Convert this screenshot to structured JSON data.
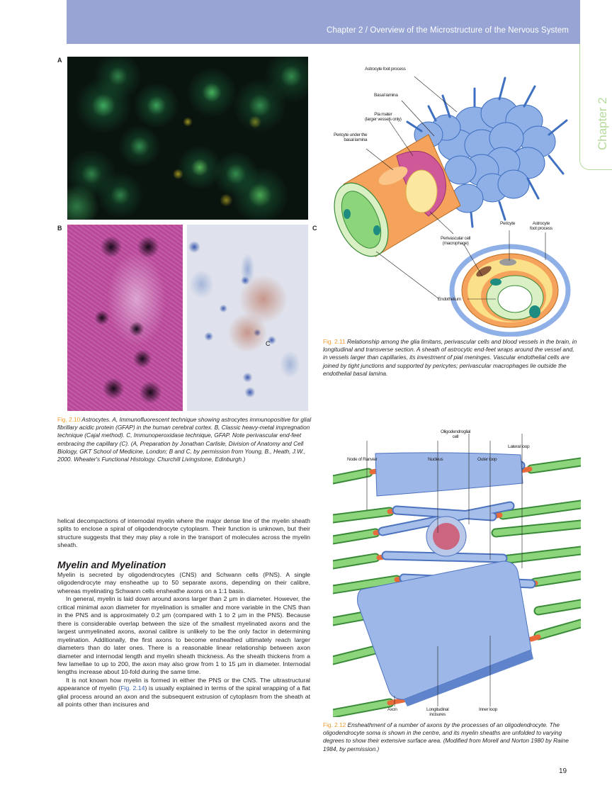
{
  "header": {
    "running_title": "Chapter 2 / Overview of the Microstructure of the Nervous System",
    "band_color": "#98a5d4"
  },
  "chapter_tab": {
    "label": "Chapter 2",
    "color": "#b5d99a"
  },
  "figure_2_10": {
    "panels": {
      "a": "A",
      "b": "B",
      "c": "C",
      "c_capillary_label": "C"
    },
    "caption_number": "Fig. 2.10",
    "caption_text": " Astrocytes. A, Immunofluorescent technique showing astrocytes immunopositive for glial fibrillary acidic protein (GFAP) in the human cerebral cortex. B, Classic heavy-metal impregnation technique (Cajal method). C, Immunoperoxidase technique, GFAP. Note perivascular end-feet embracing the capillary (C). (A, Preparation by Jonathan Carlisle, Division of Anatomy and Cell Biology, GKT School of Medicine, London; B and C, by permission from Young, B., Heath, J.W., 2000. Wheater's Functional Histology. Churchill Livingstone, Edinburgh.)"
  },
  "figure_2_11": {
    "labels": {
      "astrocyte_foot_process": "Astrocyte foot process",
      "basal_lamina": "Basal lamina",
      "pia_mater_1": "Pia mater",
      "pia_mater_2": "(larger vessels only)",
      "pericyte_under_1": "Pericyte under the",
      "pericyte_under_2": "basal lamina",
      "pericyte": "Pericyte",
      "astrocyte_fp_1": "Astrocyte",
      "astrocyte_fp_2": "foot process",
      "perivascular_1": "Perivascular cell",
      "perivascular_2": "(macrophage)",
      "endothelium": "Endothelium"
    },
    "caption_number": "Fig. 2.11",
    "caption_text": " Relationship among the glia limitans, perivascular cells and blood vessels in the brain, in longitudinal and transverse section. A sheath of astrocytic end-feet wraps around the vessel and, in vessels larger than capillaries, its investment of pial meninges. Vascular endothelial cells are joined by tight junctions and supported by pericytes; perivascular macrophages lie outside the endothelial basal lamina."
  },
  "figure_2_12": {
    "labels": {
      "oligo_1": "Oligodendroglial",
      "oligo_2": "cell",
      "lateral_loop": "Lateral loop",
      "node_of_ranvier": "Node of Ranvier",
      "nucleus": "Nucleus",
      "outer_loop": "Outer loop",
      "axon": "Axon",
      "longitudinal_1": "Longitudinal",
      "longitudinal_2": "incisures",
      "inner_loop": "Inner loop"
    },
    "caption_number": "Fig. 2.12",
    "caption_text": " Ensheathment of a number of axons by the processes of an oligodendrocyte. The oligodendrocyte soma is shown in the centre, and its myelin sheaths are unfolded to varying degrees to show their extensive surface area. (Modified from Morell and Norton 1980 by Raine 1984, by permission.)"
  },
  "body": {
    "para_continued": "helical decompactions of internodal myelin where the major dense line of the myelin sheath splits to enclose a spiral of oligodendrocyte cytoplasm. Their function is unknown, but their structure suggests that they may play a role in the transport of molecules across the myelin sheath.",
    "section_heading": "Myelin and Myelination",
    "para_1": "Myelin is secreted by oligodendrocytes (CNS) and Schwann cells (PNS). A single oligodendrocyte may ensheathe up to 50 separate axons, depending on their calibre, whereas myelinating Schwann cells ensheathe axons on a 1:1 basis.",
    "para_2": "In general, myelin is laid down around axons larger than 2 µm in diameter. However, the critical minimal axon diameter for myelination is smaller and more variable in the CNS than in the PNS and is approximately 0.2 µm (compared with 1 to 2 µm in the PNS). Because there is considerable overlap between the size of the smallest myelinated axons and the largest unmyelinated axons, axonal calibre is unlikely to be the only factor in determining myelination. Additionally, the first axons to become ensheathed ultimately reach larger diameters than do later ones. There is a reasonable linear relationship between axon diameter and internodal length and myelin sheath thickness. As the sheath thickens from a few lamellae to up to 200, the axon may also grow from 1 to 15 µm in diameter. Internodal lengths increase about 10-fold during the same time.",
    "para_3_before": "It is not known how myelin is formed in either the PNS or the CNS. The ultrastructural appearance of myelin (",
    "para_3_ref": "Fig. 2.14",
    "para_3_after": ") is usually explained in terms of the spiral wrapping of a flat glial process around an axon and the subsequent extrusion of cytoplasm from the sheath at all points other than incisures and"
  },
  "footer": {
    "page_number": "19"
  }
}
